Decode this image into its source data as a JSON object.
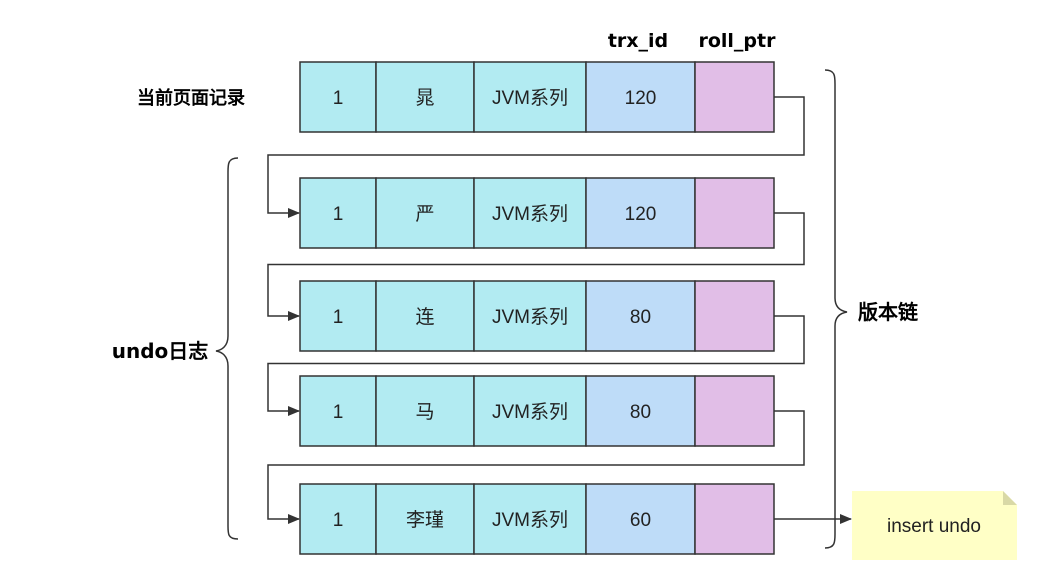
{
  "headers": {
    "trx_id": "trx_id",
    "roll_ptr": "roll_ptr"
  },
  "labels": {
    "current_record": "当前页面记录",
    "undo_log": "undo日志",
    "version_chain": "版本链"
  },
  "records": [
    {
      "id": "1",
      "name": "晁",
      "course": "JVM系列",
      "trx_id": "120"
    },
    {
      "id": "1",
      "name": "严",
      "course": "JVM系列",
      "trx_id": "120"
    },
    {
      "id": "1",
      "name": "连",
      "course": "JVM系列",
      "trx_id": "80"
    },
    {
      "id": "1",
      "name": "马",
      "course": "JVM系列",
      "trx_id": "80"
    },
    {
      "id": "1",
      "name": "李瑾",
      "course": "JVM系列",
      "trx_id": "60"
    }
  ],
  "note": {
    "text": "insert undo"
  },
  "colors": {
    "cell_cyan": "#b2ebf2",
    "cell_blue": "#bedcf8",
    "cell_purple": "#e1bee7",
    "note_yellow": "#ffffc6",
    "stroke": "#333333"
  }
}
